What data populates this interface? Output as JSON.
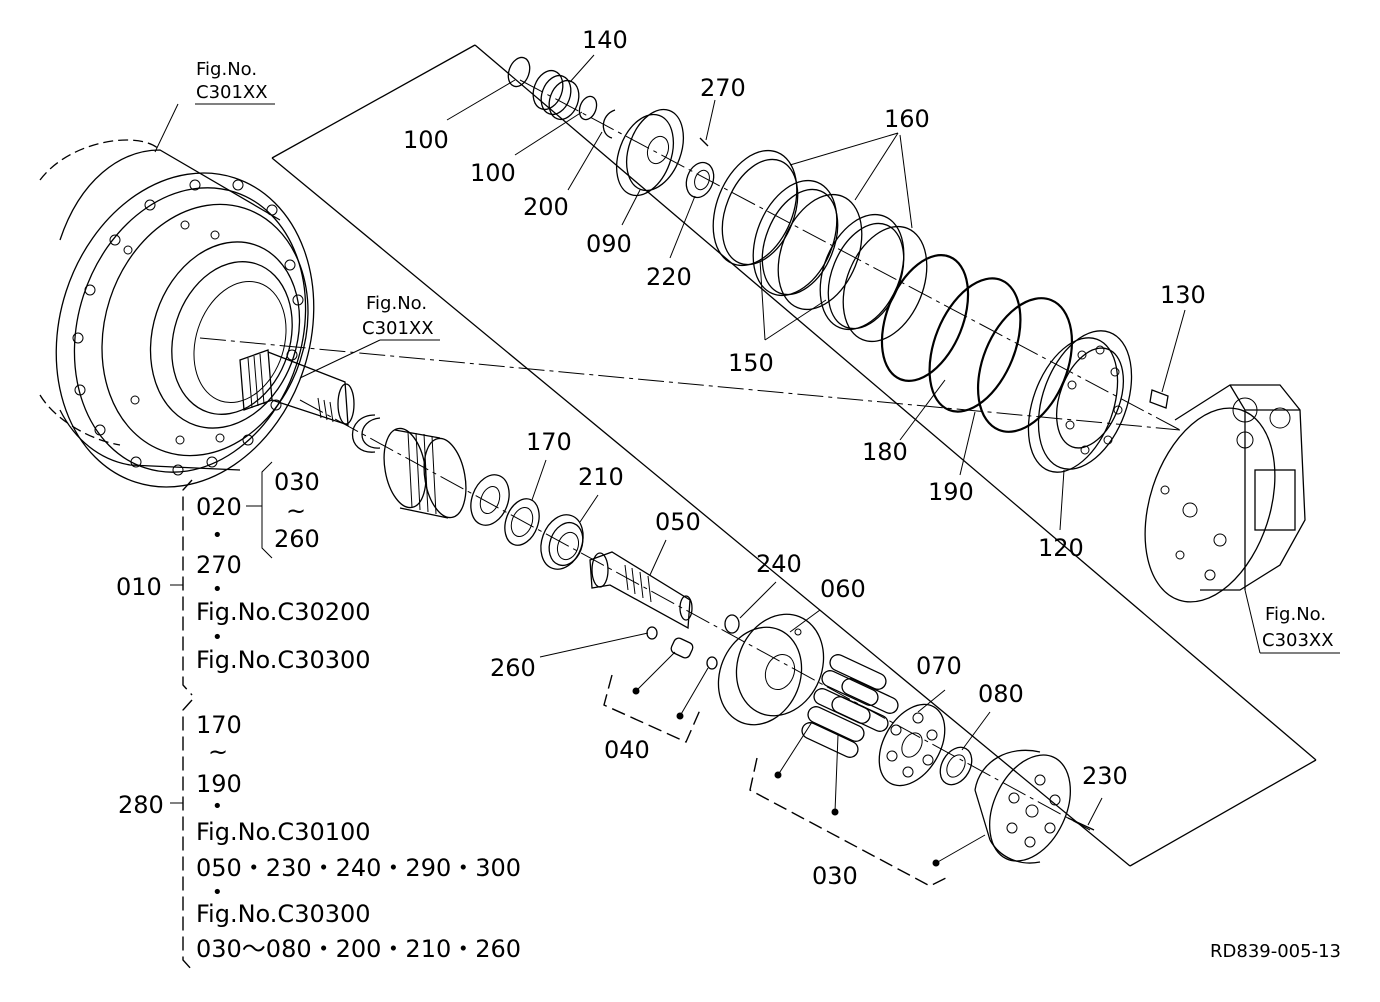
{
  "fig_refs": {
    "top_left": {
      "line1": "Fig.No.",
      "line2": "C301XX"
    },
    "shaft": {
      "line1": "Fig.No.",
      "line2": "C301XX"
    },
    "right": {
      "line1": "Fig.No.",
      "line2": "C303XX"
    }
  },
  "part_labels": {
    "p140": "140",
    "p100a": "100",
    "p100b": "100",
    "p200": "200",
    "p090": "090",
    "p220": "220",
    "p270": "270",
    "p160": "160",
    "p150": "150",
    "p130": "130",
    "p180": "180",
    "p190": "190",
    "p120": "120",
    "p170": "170",
    "p210": "210",
    "p050": "050",
    "p240": "240",
    "p060": "060",
    "p260": "260",
    "p040": "040",
    "p070": "070",
    "p080": "080",
    "p230": "230",
    "p030": "030"
  },
  "group_010": {
    "id": "010",
    "line_020": "020",
    "sub_from": "030",
    "sub_tilde": "~",
    "sub_to": "260",
    "bullet1": "•",
    "line_270": "270",
    "bullet2": "•",
    "fig1": "Fig.No.C30200",
    "bullet3": "•",
    "fig2": "Fig.No.C30300"
  },
  "group_280": {
    "id": "280",
    "line_170": "170",
    "tilde": "~",
    "line_190": "190",
    "bullet1": "•",
    "fig1": "Fig.No.C30100",
    "list1": "050・230・240・290・300",
    "bullet2": "•",
    "fig2": "Fig.No.C30300",
    "list2": "030〜080・200・210・260"
  },
  "drawing_code": "RD839-005-13"
}
